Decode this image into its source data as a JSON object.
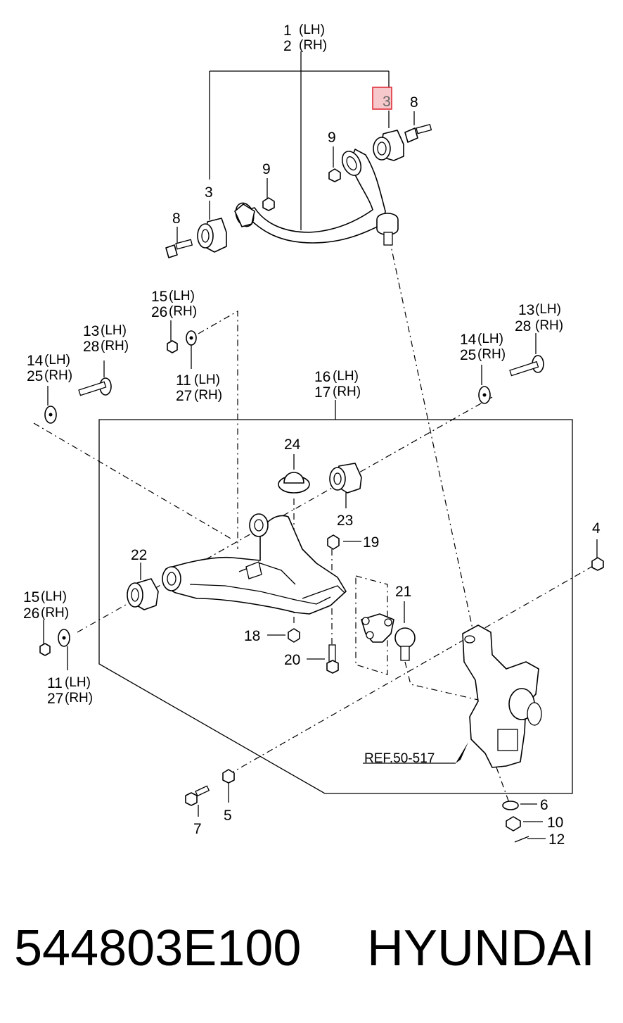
{
  "callouts": {
    "c1": "1",
    "c1s": "(LH)",
    "c2": "2",
    "c2s": "(RH)",
    "c3_top": "3",
    "c3_left": "3",
    "c4": "4",
    "c5": "5",
    "c6": "6",
    "c7": "7",
    "c8_top": "8",
    "c8_left": "8",
    "c9_top": "9",
    "c9_left": "9",
    "c10": "10",
    "c11a": "11",
    "c11as": "(LH)",
    "c27a": "27",
    "c27as": "(RH)",
    "c11b": "11",
    "c11bs": "(LH)",
    "c27b": "27",
    "c27bs": "(RH)",
    "c12": "12",
    "c13a": "13",
    "c13as": "(LH)",
    "c28a": "28",
    "c28as": "(RH)",
    "c13b": "13",
    "c13bs": "(LH)",
    "c28b": "28",
    "c28bs": "(RH)",
    "c14a": "14",
    "c14as": "(LH)",
    "c25a": "25",
    "c25as": "(RH)",
    "c14b": "14",
    "c14bs": "(LH)",
    "c25b": "25",
    "c25bs": "(RH)",
    "c15a": "15",
    "c15as": "(LH)",
    "c26a": "26",
    "c26as": "(RH)",
    "c15b": "15",
    "c15bs": "(LH)",
    "c26b": "26",
    "c26bs": "(RH)",
    "c16": "16",
    "c16s": "(LH)",
    "c17": "17",
    "c17s": "(RH)",
    "c18": "18",
    "c19": "19",
    "c20": "20",
    "c21": "21",
    "c22": "22",
    "c23": "23",
    "c24": "24",
    "ref": "REF.50-517"
  },
  "highlight": {
    "label": "3",
    "color": "#e0303a"
  },
  "caption": {
    "part_number": "544803E100",
    "brand": "HYUNDAI"
  }
}
